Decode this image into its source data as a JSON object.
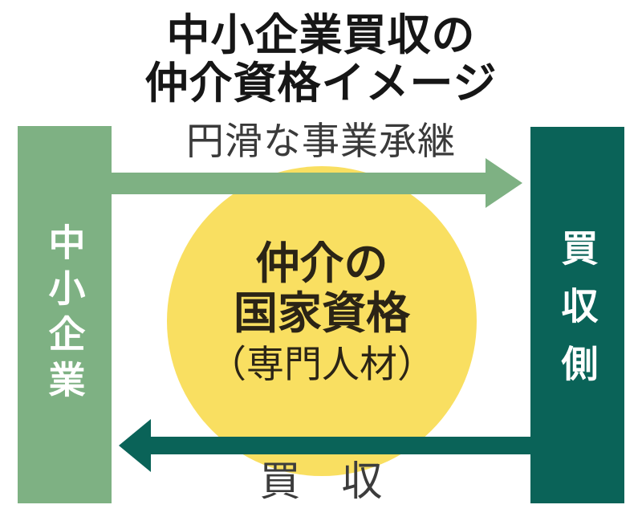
{
  "title": {
    "line1": "中小企業買収の",
    "line2": "仲介資格イメージ"
  },
  "flow": {
    "top_label": "円滑な事業承継",
    "bottom_label": "買　収"
  },
  "entities": {
    "seller": {
      "label": "中小企業",
      "color": "#7eb183"
    },
    "buyer": {
      "label": "買収側",
      "color": "#0a6358"
    }
  },
  "center": {
    "line1": "仲介の",
    "line2": "国家資格",
    "line3": "（専門人材）",
    "color": "#f9df61",
    "text_color": "#2b2416"
  },
  "arrows": {
    "top": {
      "direction": "right",
      "color": "#7eb183"
    },
    "bottom": {
      "direction": "left",
      "color": "#0a6358"
    }
  }
}
